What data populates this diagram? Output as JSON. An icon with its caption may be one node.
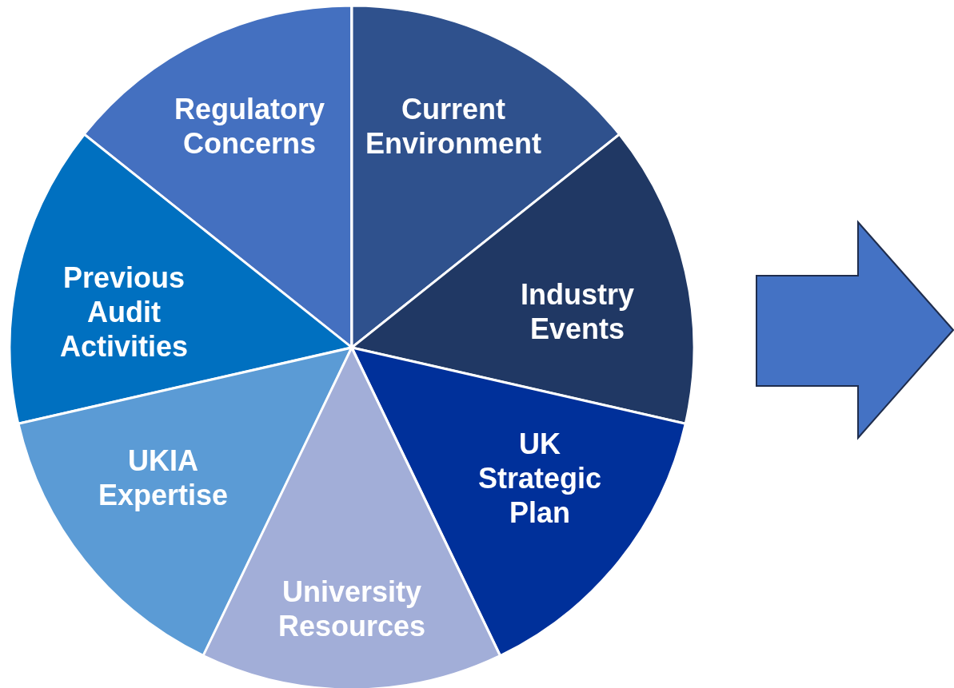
{
  "diagram": {
    "nodes": [
      {
        "text": [
          "Regulatory Concerns"
        ]
      },
      {
        "text": [
          "Current Environment"
        ]
      },
      {
        "text": [
          "Previous Audit Activities"
        ]
      },
      {
        "text": [
          "Industry Events"
        ]
      },
      {
        "text": [
          "UKIA Expertise"
        ]
      },
      {
        "text": [
          "UK Strategic Plan"
        ]
      },
      {
        "text": [
          "University Resources"
        ]
      }
    ]
  }
}
